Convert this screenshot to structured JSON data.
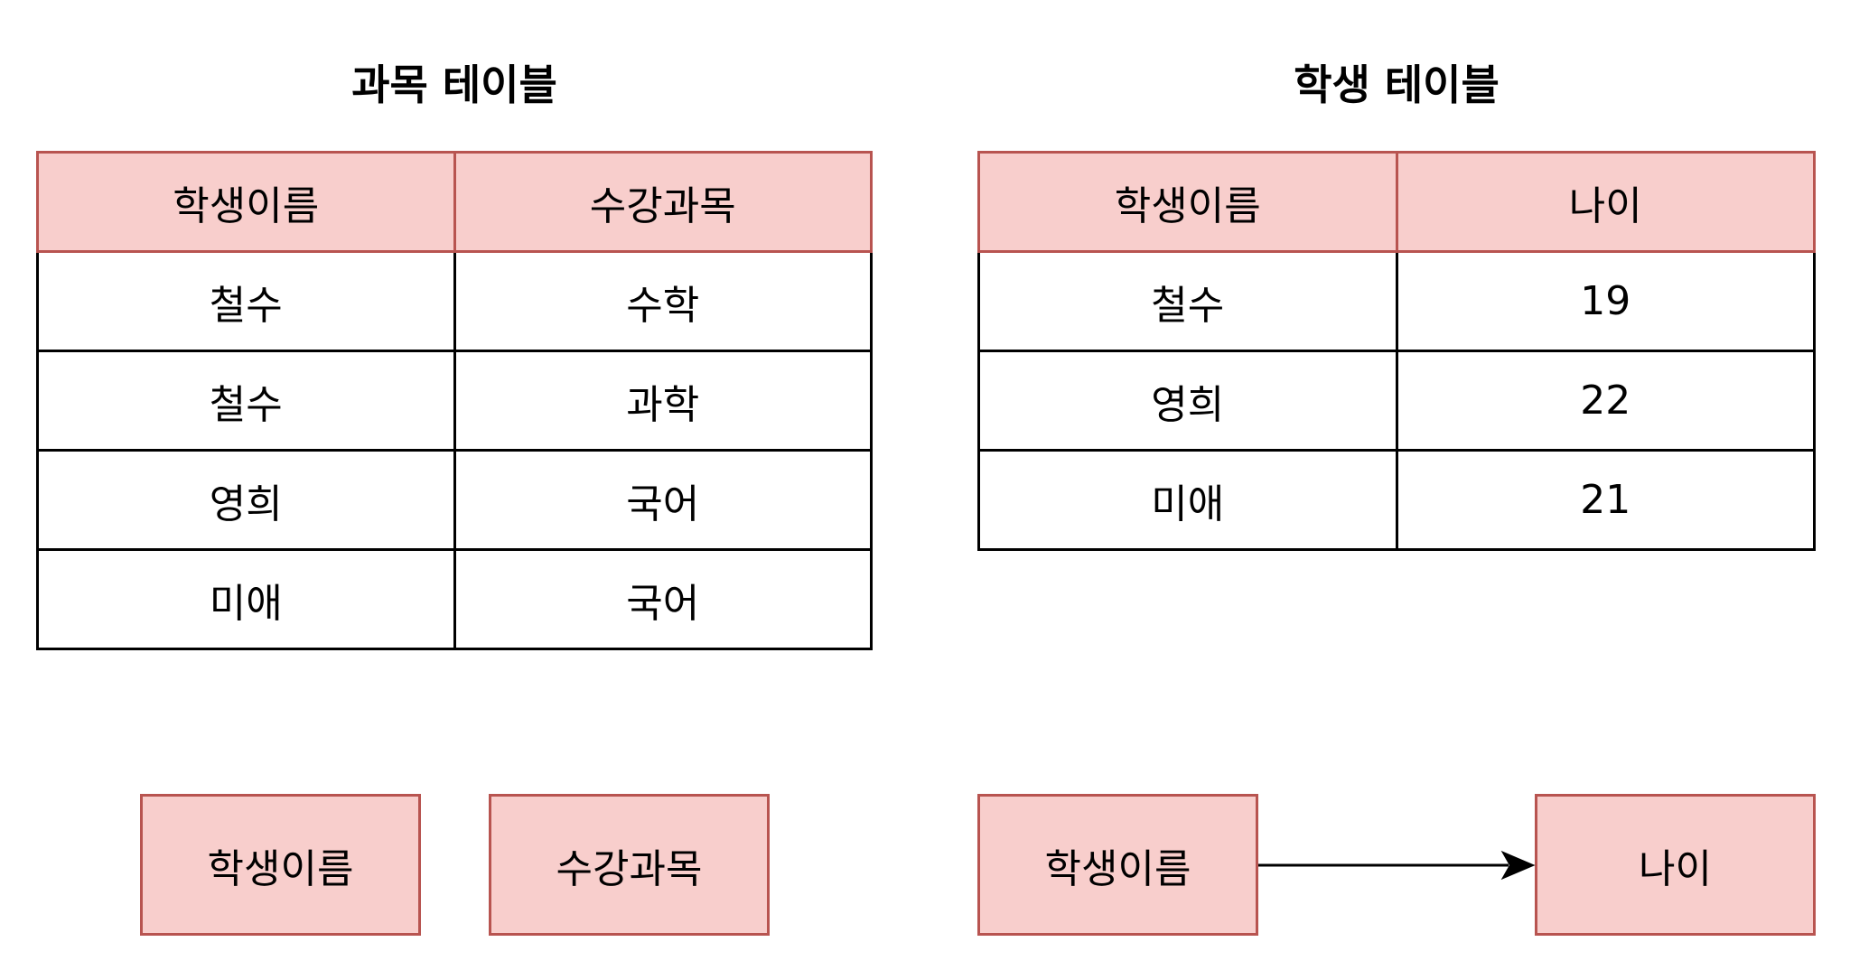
{
  "subject_table": {
    "title": "과목 테이블",
    "headers": [
      "학생이름",
      "수강과목"
    ],
    "rows": [
      [
        "철수",
        "수학"
      ],
      [
        "철수",
        "과학"
      ],
      [
        "영희",
        "국어"
      ],
      [
        "미애",
        "국어"
      ]
    ]
  },
  "student_table": {
    "title": "학생 테이블",
    "headers": [
      "학생이름",
      "나이"
    ],
    "rows": [
      [
        "철수",
        "19"
      ],
      [
        "영희",
        "22"
      ],
      [
        "미애",
        "21"
      ]
    ]
  },
  "dependency_left": {
    "boxes": [
      "학생이름",
      "수강과목"
    ]
  },
  "dependency_right": {
    "from": "학생이름",
    "to": "나이"
  },
  "colors": {
    "header_fill": "#f8cecc",
    "header_stroke": "#b85450",
    "border": "#000000"
  }
}
